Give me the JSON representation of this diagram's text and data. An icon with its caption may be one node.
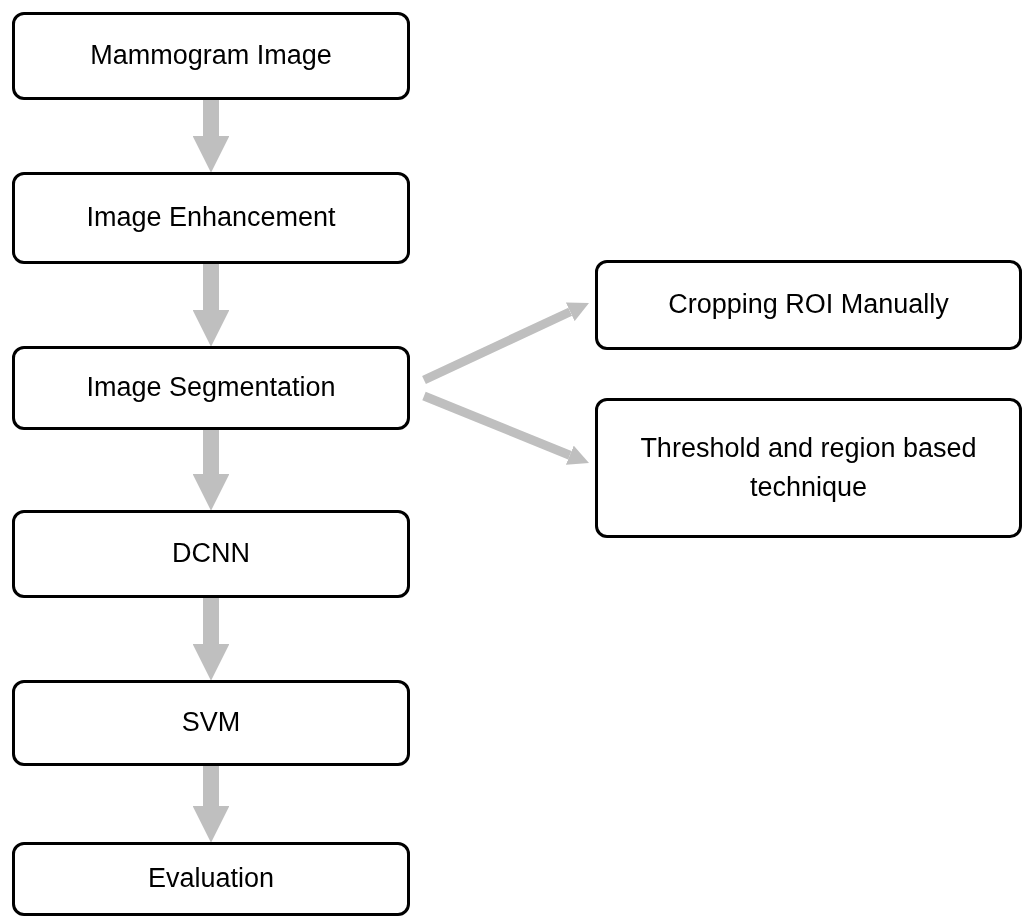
{
  "diagram": {
    "nodes": [
      {
        "text": [
          "Mammogram Image"
        ]
      },
      {
        "text": [
          "Image Enhancement"
        ]
      },
      {
        "text": [
          "Image Segmentation"
        ]
      },
      {
        "text": [
          "DCNN"
        ]
      },
      {
        "text": [
          "SVM"
        ]
      },
      {
        "text": [
          "Evaluation"
        ]
      },
      {
        "text": [
          "Cropping ROI Manually"
        ]
      },
      {
        "text": [
          "Threshold and region based technique"
        ]
      }
    ],
    "edges": [
      {
        "from": 0,
        "to": 1,
        "arrow": "to"
      },
      {
        "from": 1,
        "to": 2,
        "arrow": "to"
      },
      {
        "from": 2,
        "to": 3,
        "arrow": "to"
      },
      {
        "from": 3,
        "to": 4,
        "arrow": "to"
      },
      {
        "from": 4,
        "to": 5,
        "arrow": "to"
      },
      {
        "from": 2,
        "to": 6,
        "arrow": "to"
      },
      {
        "from": 2,
        "to": 7,
        "arrow": "to"
      }
    ]
  }
}
